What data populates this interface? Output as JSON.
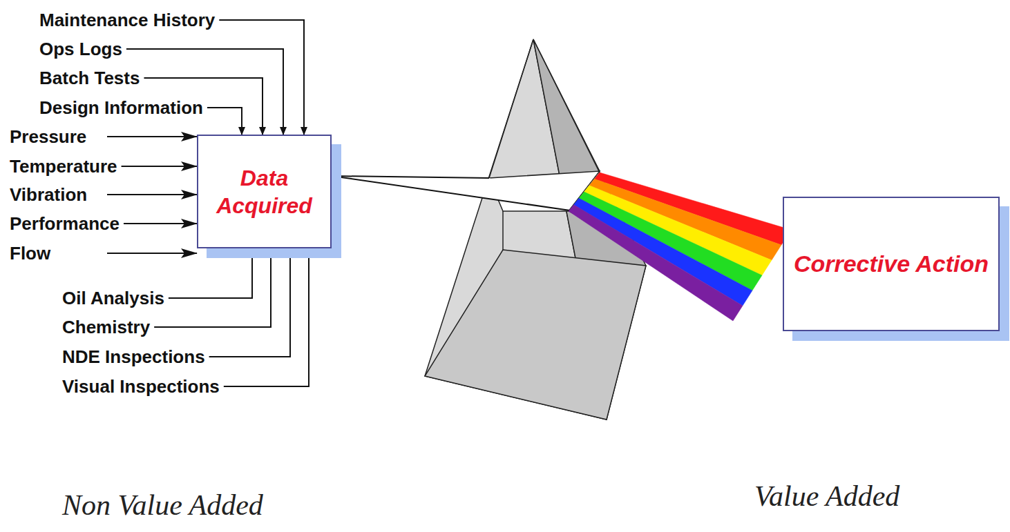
{
  "diagram": {
    "nodes": [
      {
        "text": [
          "Data Acquired"
        ]
      },
      {
        "text": [
          "Corrective Action"
        ]
      }
    ],
    "edges": [
      {
        "from": 0,
        "to": 1,
        "arrow": "none"
      }
    ],
    "labels": [
      "Maintenance History",
      "Ops Logs",
      "Batch Tests",
      "Design Information",
      "Pressure",
      "Temperature",
      "Vibration",
      "Performance",
      "Flow",
      "Oil Analysis",
      "Chemistry",
      "NDE Inspections",
      "Visual Inspections",
      "Non Value Added",
      "Value Added"
    ]
  }
}
